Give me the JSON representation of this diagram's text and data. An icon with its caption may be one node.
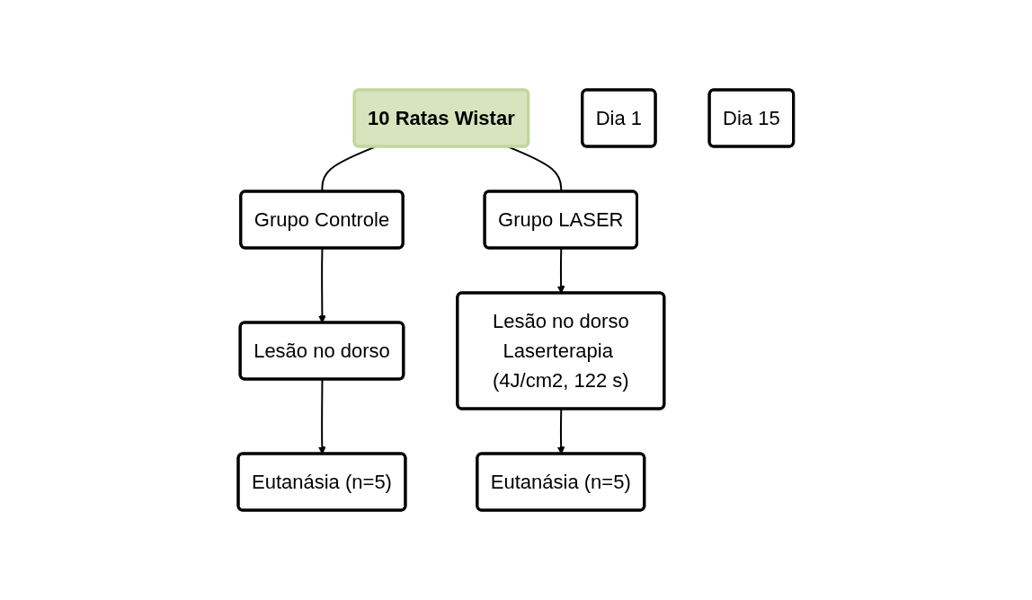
{
  "diagram": {
    "nodes": [
      {
        "text": [
          "10 Ratas Wistar"
        ]
      },
      {
        "text": [
          "Grupo Controle"
        ]
      },
      {
        "text": [
          "Grupo LASER"
        ]
      },
      {
        "text": [
          "Dia 1"
        ]
      },
      {
        "text": [
          "Lesão no dorso"
        ]
      },
      {
        "text": [
          "Lesão no dorso",
          "Laserterapia (4J/cm2, 122 s)"
        ]
      },
      {
        "text": [
          "Dia 15"
        ]
      },
      {
        "text": [
          "Eutanásia (n=5)"
        ]
      },
      {
        "text": [
          "Eutanásia (n=5)"
        ]
      }
    ],
    "edges": [
      {
        "from": 0,
        "to": 1,
        "arrow": "none"
      },
      {
        "from": 0,
        "to": 2,
        "arrow": "none"
      },
      {
        "from": 1,
        "to": 4,
        "arrow": "to"
      },
      {
        "from": 4,
        "to": 7,
        "arrow": "to"
      },
      {
        "from": 2,
        "to": 5,
        "arrow": "to"
      },
      {
        "from": 5,
        "to": 8,
        "arrow": "to"
      }
    ]
  }
}
